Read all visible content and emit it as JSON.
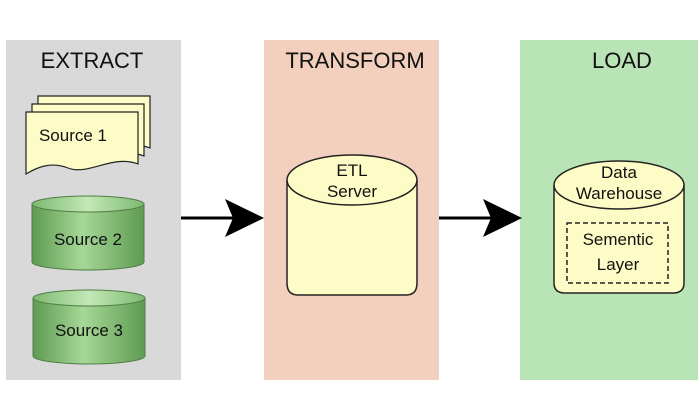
{
  "stages": {
    "extract": {
      "title": "EXTRACT",
      "color": "#d9d9d9"
    },
    "transform": {
      "title": "TRANSFORM",
      "color": "#f2d0bd"
    },
    "load": {
      "title": "LOAD",
      "color": "#b8e4b6"
    }
  },
  "extract": {
    "source_1": {
      "label": "Source 1",
      "shape": "multi-document",
      "fill": "#fdfbc6"
    },
    "source_2": {
      "label": "Source 2",
      "shape": "cylinder",
      "fill": "#86c477"
    },
    "source_3": {
      "label": "Source 3",
      "shape": "cylinder",
      "fill": "#86c477"
    }
  },
  "transform": {
    "server": {
      "label_line1": "ETL",
      "label_line2": "Server",
      "shape": "cylinder",
      "fill": "#fdfbc6"
    }
  },
  "load": {
    "warehouse": {
      "label_line1": "Data",
      "label_line2": "Warehouse",
      "shape": "cylinder",
      "fill": "#fdfbc6"
    },
    "semantic_layer": {
      "label_line1": "Sementic",
      "label_line2": "Layer",
      "border": "dashed"
    }
  },
  "connectors": [
    {
      "from": "extract",
      "to": "transform",
      "icon": "arrow-right"
    },
    {
      "from": "transform",
      "to": "load",
      "icon": "arrow-right"
    }
  ]
}
